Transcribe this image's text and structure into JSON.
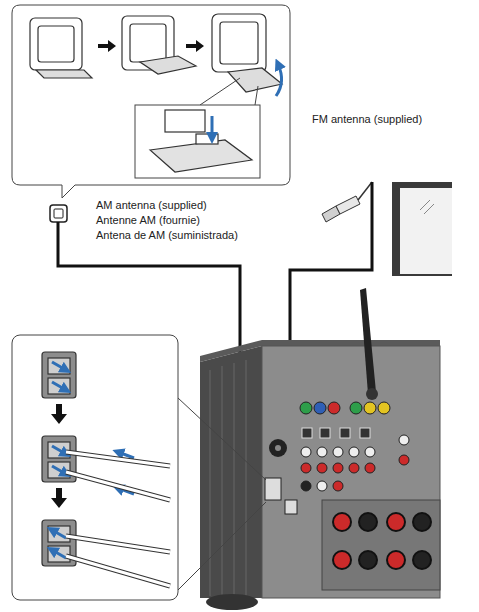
{
  "diagram": {
    "labels": [
      "AM antenna (supplied)",
      "Antenne AM (fournie)",
      "Antena de AM (suministrada)",
      "FM antenna (supplied)"
    ]
  }
}
